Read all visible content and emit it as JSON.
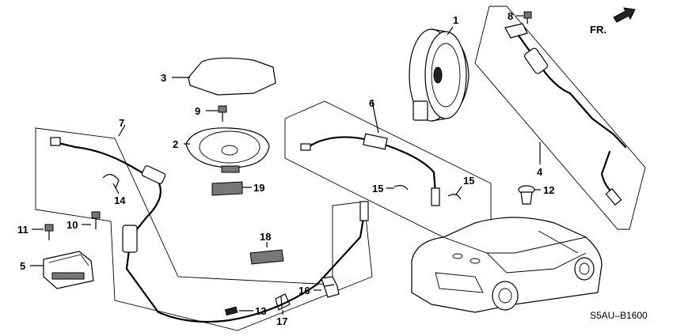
{
  "diagram": {
    "direction_indicator": "FR.",
    "code": "S5AU–B1600",
    "labels": {
      "p1": "1",
      "p2": "2",
      "p3": "3",
      "p4": "4",
      "p5": "5",
      "p6": "6",
      "p7": "7",
      "p8": "8",
      "p9": "9",
      "p10": "10",
      "p11": "11",
      "p12": "12",
      "p13": "13",
      "p14": "14",
      "p15a": "15",
      "p15b": "15",
      "p16": "16",
      "p17": "17",
      "p18": "18",
      "p19": "19"
    }
  }
}
